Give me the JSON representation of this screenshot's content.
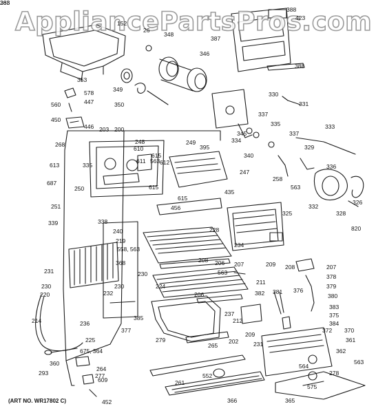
{
  "watermark": "AppliancePartsPros.com",
  "art_number": "(ART NO. WR17802 C)",
  "callouts": [
    "152",
    "26",
    "348",
    "346",
    "387",
    "388",
    "423",
    "388",
    "353",
    "578",
    "447",
    "349",
    "350",
    "560",
    "450",
    "446",
    "330",
    "331",
    "337",
    "337",
    "335",
    "203",
    "200",
    "248",
    "610",
    "268",
    "249",
    "395",
    "345",
    "334",
    "340",
    "333",
    "329",
    "335",
    "615",
    "612",
    "613",
    "611",
    "563",
    "615",
    "615",
    "687",
    "250",
    "251",
    "456",
    "435",
    "247",
    "258",
    "563",
    "336",
    "332",
    "326",
    "325",
    "328",
    "820",
    "339",
    "338",
    "240",
    "219",
    "558, 563",
    "228",
    "234",
    "208",
    "206",
    "207",
    "209",
    "231",
    "368",
    "232",
    "230",
    "230",
    "220",
    "230",
    "224",
    "563",
    "211",
    "206",
    "208",
    "207",
    "378",
    "379",
    "380",
    "382",
    "381",
    "376",
    "383",
    "375",
    "384",
    "385",
    "377",
    "236",
    "214",
    "225",
    "279",
    "202",
    "237",
    "212",
    "209",
    "231",
    "372",
    "370",
    "361",
    "362",
    "563",
    "675, 364",
    "360",
    "293",
    "265",
    "264",
    "277",
    "609",
    "452",
    "261",
    "552",
    "564",
    "278",
    "575",
    "366",
    "365",
    "288",
    "363"
  ]
}
